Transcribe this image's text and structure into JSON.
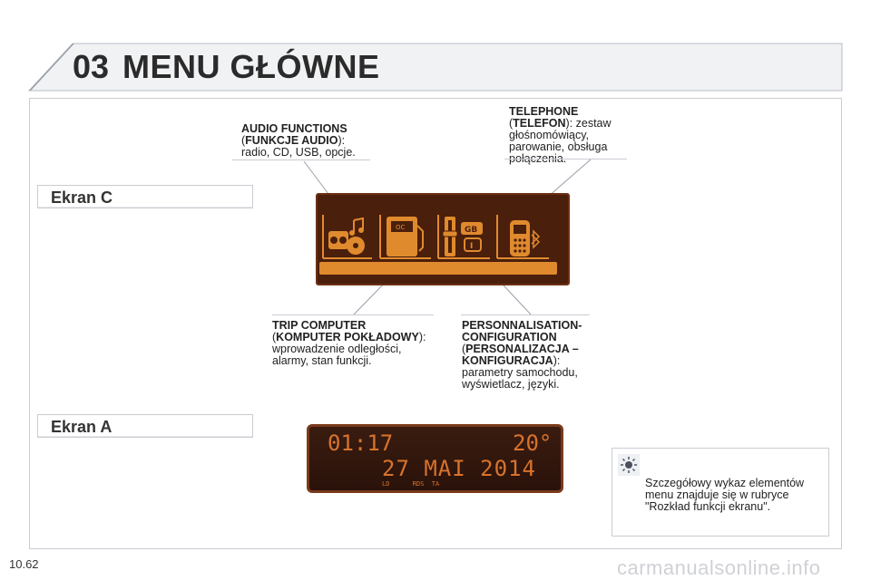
{
  "header": {
    "chapter": "03",
    "title": "MENU GŁÓWNE"
  },
  "screens": {
    "screen_c": "Ekran C",
    "screen_a": "Ekran A"
  },
  "callouts": {
    "audio": {
      "title": "AUDIO FUNCTIONS",
      "open": "(",
      "bold": "FUNKCJE AUDIO",
      "close": "):",
      "desc": "radio, CD, USB, opcje."
    },
    "telephone": {
      "title": "TELEPHONE",
      "open": "(",
      "bold": "TELEFON",
      "close": "): zestaw",
      "desc": "głośnomówiący, parowanie, obsługa połączenia."
    },
    "trip": {
      "title": "TRIP COMPUTER",
      "open": "(",
      "bold": "KOMPUTER POKŁADOWY",
      "close": "):",
      "desc": "wprowadzenie odległości, alarmy, stan funkcji."
    },
    "personal": {
      "title1": "PERSONNALISATION-",
      "title2": "CONFIGURATION",
      "open": "(",
      "bold1": "PERSONALIZACJA –",
      "bold2": "KONFIGURACJA",
      "close": "):",
      "desc": "parametry samochodu, wyświetlacz, języki."
    }
  },
  "icons": {
    "audio": "music-cd-icon",
    "trip": "fuel-pump-icon",
    "personal": "settings-language-icon",
    "telephone": "mobile-phone-icon",
    "tip": "sun-lightbulb-icon"
  },
  "panel_icon_labels": {
    "oc": "OC",
    "gb": "GB",
    "i": "I"
  },
  "lcd": {
    "time": "01:17",
    "temp": "20°",
    "date": "27 MAI 2014",
    "indicators": "LD      RDS  TA"
  },
  "tip": {
    "text": "Szczegółowy wykaz elementów menu znajduje się w rubryce \"Rozkład funkcji ekranu\"."
  },
  "footer": {
    "page": "10.62",
    "watermark": "carmanualsonline.info"
  },
  "colors": {
    "panel": "#4a1f0c",
    "lcd_text": "#d8732c",
    "icon_orange": "#e08a2e",
    "frame": "#c9ccd2"
  }
}
